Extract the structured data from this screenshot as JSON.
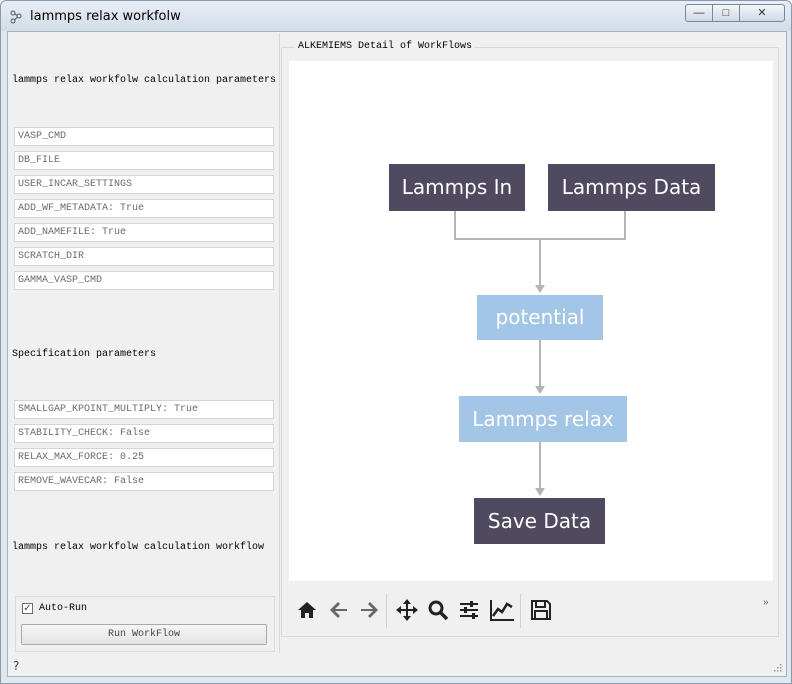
{
  "window": {
    "title": "lammps relax workfolw",
    "controls": {
      "minimize": "—",
      "maximize": "□",
      "close": "✕"
    }
  },
  "left": {
    "calc_heading": "lammps relax workfolw calculation parameters",
    "calc_fields": [
      "VASP_CMD",
      "DB_FILE",
      "USER_INCAR_SETTINGS",
      "ADD_WF_METADATA: True",
      "ADD_NAMEFILE: True",
      "SCRATCH_DIR",
      "GAMMA_VASP_CMD"
    ],
    "spec_heading": "Specification parameters",
    "spec_fields": [
      "SMALLGAP_KPOINT_MULTIPLY: True",
      "STABILITY_CHECK: False",
      "RELAX_MAX_FORCE: 0.25",
      "REMOVE_WAVECAR: False"
    ],
    "workflow_heading": "lammps relax workfolw calculation workflow",
    "auto_run": {
      "label": "Auto-Run",
      "checked": true
    },
    "run_button": "Run WorkFlow"
  },
  "detail": {
    "group_title": "ALKEMIEMS Detail of WorkFlows",
    "nodes": {
      "lammps_in": "Lammps In",
      "lammps_data": "Lammps Data",
      "potential": "potential",
      "lammps_relax": "Lammps relax",
      "save_data": "Save Data"
    },
    "colors": {
      "dark_node": "#4f4a60",
      "light_node": "#a3c5e6",
      "edge": "#b4b4b4"
    }
  },
  "toolbar": {
    "icons": [
      "home-icon",
      "back-icon",
      "forward-icon",
      "pan-icon",
      "zoom-icon",
      "configure-subplots-icon",
      "edit-axis-icon",
      "save-icon"
    ],
    "overflow": "»"
  },
  "footer": {
    "help": "?"
  }
}
